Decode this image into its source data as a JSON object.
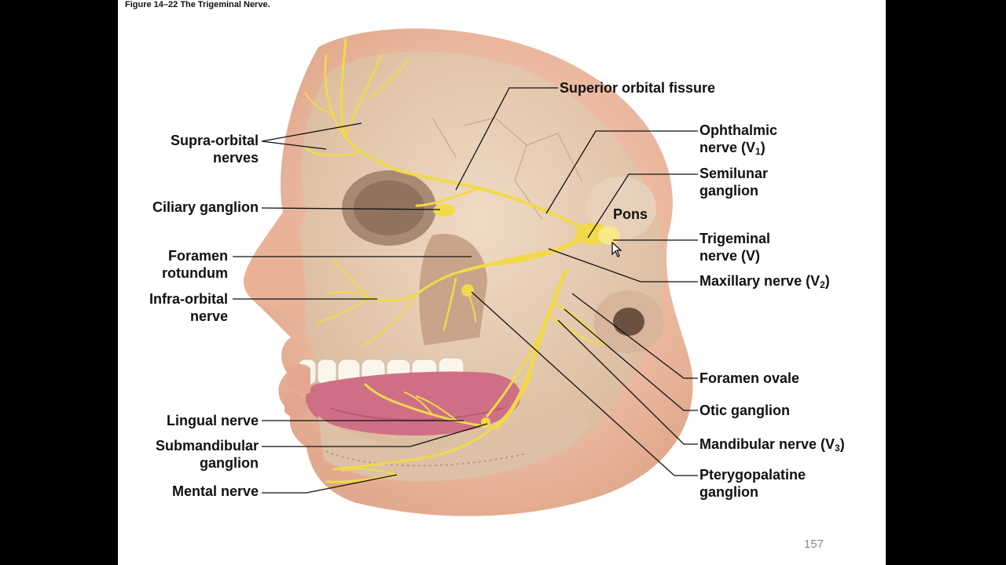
{
  "figure": {
    "title": "Figure 14–22 The Trigeminal Nerve."
  },
  "labels": {
    "superior_orbital_fissure": "Superior orbital fissure",
    "ophthalmic_nerve": {
      "line1": "Ophthalmic",
      "line2": "nerve (V",
      "sub": "1",
      "close": ")"
    },
    "semilunar_ganglion": {
      "line1": "Semilunar",
      "line2": "ganglion"
    },
    "pons": "Pons",
    "trigeminal_nerve": {
      "line1": "Trigeminal",
      "line2": "nerve (V)"
    },
    "maxillary_nerve": {
      "text": "Maxillary nerve (V",
      "sub": "2",
      "close": ")"
    },
    "foramen_ovale": "Foramen ovale",
    "otic_ganglion": "Otic ganglion",
    "mandibular_nerve": {
      "text": "Mandibular nerve (V",
      "sub": "3",
      "close": ")"
    },
    "pterygopalatine_ganglion": {
      "line1": "Pterygopalatine",
      "line2": "ganglion"
    },
    "supra_orbital_nerves": {
      "line1": "Supra-orbital",
      "line2": "nerves"
    },
    "ciliary_ganglion": "Ciliary ganglion",
    "foramen_rotundum": {
      "line1": "Foramen",
      "line2": "rotundum"
    },
    "infra_orbital_nerve": {
      "line1": "Infra-orbital",
      "line2": "nerve"
    },
    "lingual_nerve": "Lingual nerve",
    "submandibular_ganglion": {
      "line1": "Submandibular",
      "line2": "ganglion"
    },
    "mental_nerve": "Mental nerve"
  },
  "page_number": "157",
  "colors": {
    "background": "#000000",
    "slide": "#ffffff",
    "nerve": "#f2d94a",
    "skin": "#f0c2a8",
    "bone": "#e3cbb0",
    "tongue": "#cf6f86",
    "leader": "#111111"
  }
}
